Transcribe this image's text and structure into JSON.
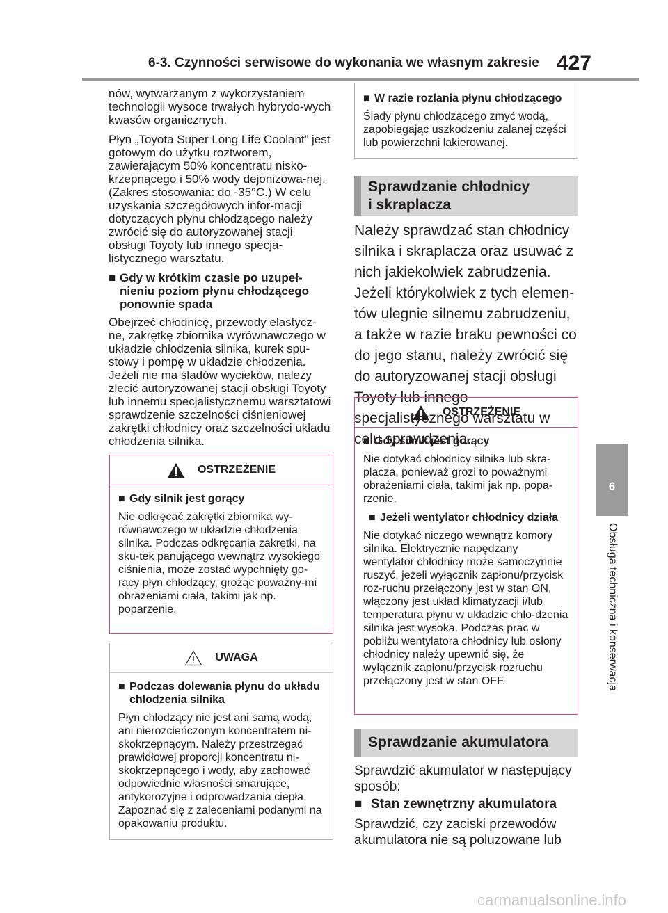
{
  "header": {
    "section_title": "6-3. Czynności serwisowe do wykonania we własnym zakresie",
    "page_number": "427"
  },
  "side_tab": {
    "chapter_number": "6",
    "chapter_title": "Obsługa techniczna i konserwacja"
  },
  "left_column": {
    "para1": "nów, wytwarzanym z wykorzystaniem technologii wysoce trwałych hybrydo-wych kwasów organicznych.",
    "para2": "Płyn „Toyota Super Long Life Coolant” jest gotowym do użytku roztworem, zawierającym 50% koncentratu nisko-krzepnącego i 50% wody dejonizowa-nej. (Zakres stosowania: do -35°C.) W celu uzyskania szczegółowych infor-macji dotyczących płynu chłodzącego należy zwrócić się do autoryzowanej stacji obsługi Toyoty lub innego specja-listycznego warsztatu.",
    "sub_heading": "Gdy w krótkim czasie po uzupeł-nieniu poziom płynu chłodzącego ponownie spada",
    "para3": "Obejrzeć chłodnicę, przewody elastycz-ne, zakrętkę zbiornika wyrównawczego w układzie chłodzenia silnika, kurek spu-stowy i pompę w układzie chłodzenia. Jeżeli nie ma śladów wycieków, należy zlecić autoryzowanej stacji obsługi Toyoty lub innemu specjalistycznemu warsztatowi sprawdzenie szczelności ciśnieniowej zakrętki chłodnicy oraz szczelności układu chłodzenia silnika."
  },
  "warning_box_1": {
    "title": "OSTRZEŻENIE",
    "sub_heading": "Gdy silnik jest gorący",
    "text": "Nie odkręcać zakrętki zbiornika wy-równawczego w układzie chłodzenia silnika. Podczas odkręcania zakrętki, na sku-tek panującego wewnątrz wysokiego ciśnienia, może zostać wypchnięty go-rący płyn chłodzący, grożąc poważny-mi obrażeniami ciała, takimi jak np. poparzenie."
  },
  "notice_box": {
    "title": "UWAGA",
    "sub_heading": "Podczas dolewania płynu do układu chłodzenia silnika",
    "text": "Płyn chłodzący nie jest ani samą wodą, ani nierozcieńczonym koncentratem ni-skokrzepnącym. Należy przestrzegać prawidłowej proporcji koncentratu ni-skokrzepnącego i wody, aby zachować odpowiednie własności smarujące, antykorozyjne i odprowadzania ciepła. Zapoznać się z zaleceniami podanymi na opakowaniu produktu."
  },
  "spill_box": {
    "sub_heading": "W razie rozlania płynu chłodzącego",
    "text": "Ślady płynu chłodzącego zmyć wodą, zapobiegając uszkodzeniu zalanej części lub powierzchni lakierowanej."
  },
  "section_radiator": {
    "title_line1": "Sprawdzanie chłodnicy",
    "title_line2": "i skraplacza",
    "text": "Należy sprawdzać stan chłodnicy silnika i skraplacza oraz usuwać z nich jakiekolwiek zabrudzenia. Jeżeli którykolwiek z tych elemen-tów ulegnie silnemu zabrudzeniu, a także w razie braku pewności co do jego stanu, należy zwrócić się do autoryzowanej stacji obsługi Toyoty lub innego specjalistycznego warsztatu w celu sprawdzenia."
  },
  "warning_box_2": {
    "title": "OSTRZEŻENIE",
    "sub_heading_1": "Gdy silnik jest gorący",
    "text_1": "Nie dotykać chłodnicy silnika lub skra-placza, ponieważ grozi to poważnymi obrażeniami ciała, takimi jak np. popa-rzenie.",
    "sub_heading_2": "Jeżeli wentylator chłodnicy działa",
    "text_2": "Nie dotykać niczego wewnątrz komory silnika. Elektrycznie napędzany wentylator chłodnicy może samoczynnie ruszyć, jeżeli wyłącznik zapłonu/przycisk roz-ruchu przełączony jest w stan ON, włączony jest układ klimatyzacji i/lub temperatura płynu w układzie chło-dzenia silnika jest wysoka. Podczas prac w pobliżu wentylatora chłodnicy lub osłony chłodnicy należy upewnić się, że wyłącznik zapłonu/przycisk rozruchu przełączony jest w stan OFF."
  },
  "section_battery": {
    "title": "Sprawdzanie akumulatora",
    "intro": "Sprawdzić akumulator w następujący sposób:",
    "sub_heading": "Stan zewnętrzny akumulatora",
    "text": "Sprawdzić, czy zaciski przewodów akumulatora nie są poluzowane lub"
  },
  "watermark": "carmanualsonline.info",
  "colors": {
    "warning_border": "#d9498a",
    "title_bar": "#d6d6d6",
    "accent_gray": "#9b9b9b"
  }
}
